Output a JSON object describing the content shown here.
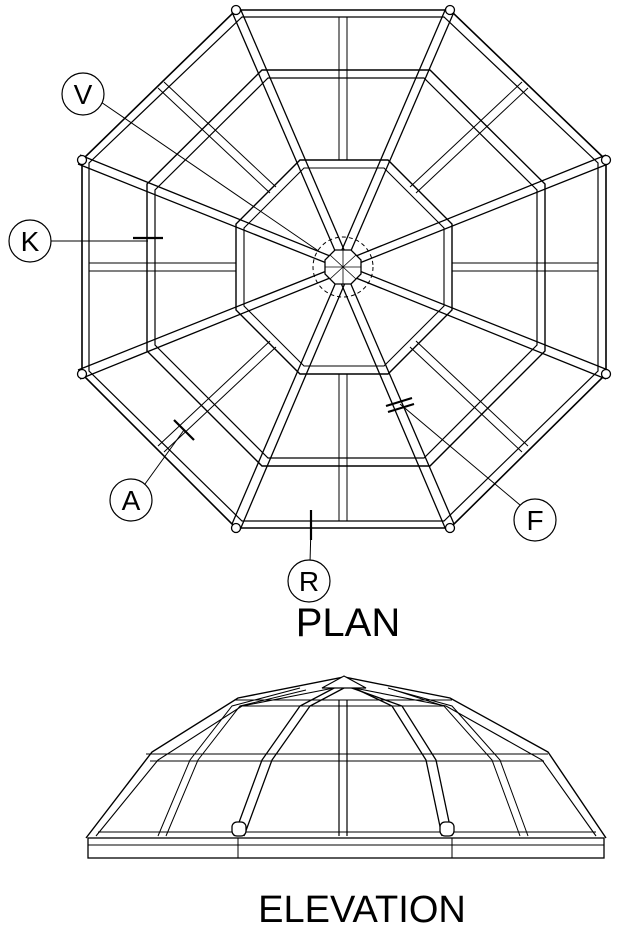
{
  "views": {
    "plan_title": "PLAN",
    "elevation_title": "ELEVATION"
  },
  "callouts": {
    "v": "V",
    "k": "K",
    "a": "A",
    "r": "R",
    "f": "F"
  },
  "colors": {
    "line": "#000000",
    "background": "#ffffff"
  }
}
